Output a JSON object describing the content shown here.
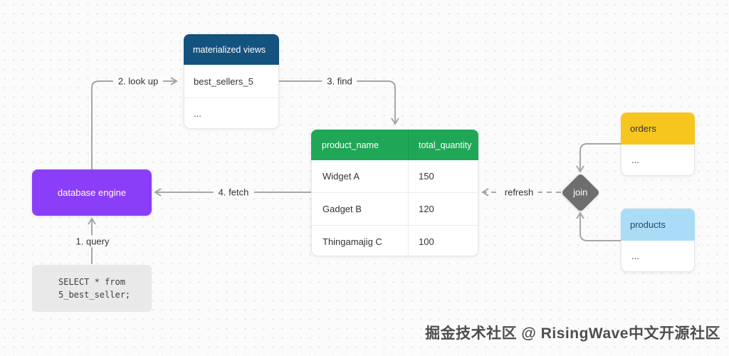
{
  "colors": {
    "background": "#fbfbfb",
    "dot_grid": "#e3e3e3",
    "arrow": "#a6a6a6",
    "materialized_views_header": "#15537f",
    "database_engine": "#8b3ef8",
    "result_table_header": "#1fa757",
    "orders_header": "#f6c61f",
    "products_header": "#aadcf7",
    "join_diamond": "#6e6e6e",
    "code_box": "#e9e9e9"
  },
  "nodes": {
    "materialized_views": {
      "title": "materialized views",
      "row_main": "best_sellers_5",
      "row_more": "..."
    },
    "database_engine": {
      "label": "database engine"
    },
    "query_code": {
      "line1": "SELECT * from",
      "line2": "5_best_seller;"
    },
    "result_table": {
      "col1": "product_name",
      "col2": "total_quantity",
      "rows": [
        [
          "Widget A",
          "150"
        ],
        [
          "Gadget B",
          "120"
        ],
        [
          "Thingamajig C",
          "100"
        ]
      ]
    },
    "orders": {
      "title": "orders",
      "row_more": "..."
    },
    "products": {
      "title": "products",
      "row_more": "..."
    },
    "join": {
      "label": "join"
    }
  },
  "edges": {
    "query": "1. query",
    "look_up": "2. look up",
    "find": "3. find",
    "fetch": "4. fetch",
    "refresh": "refresh"
  },
  "watermark": "掘金技术社区 @ RisingWave中文开源社区"
}
